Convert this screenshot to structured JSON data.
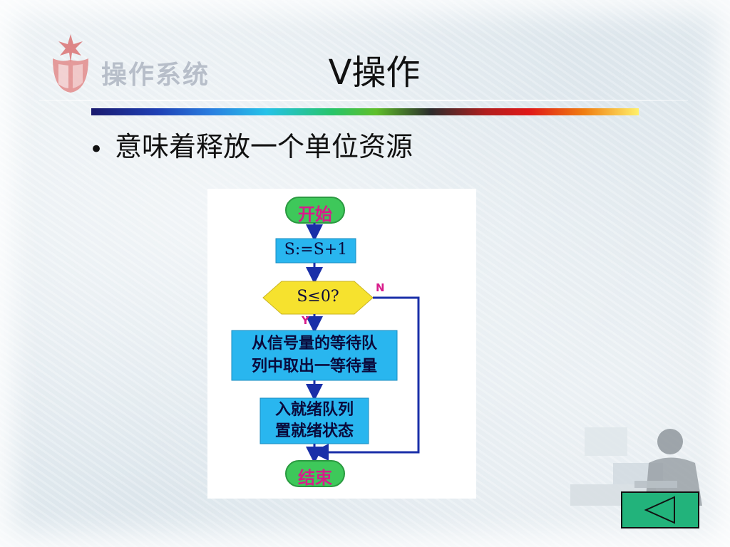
{
  "slide": {
    "brand": "操作系统",
    "title": "V操作",
    "bullet": "意味着释放一个单位资源"
  },
  "flowchart": {
    "nodes": {
      "start": "开始",
      "assign": "S:=S+1",
      "decision": "S≤0?",
      "dequeue_line1": "从信号量的等待队",
      "dequeue_line2": "列中取出一等待量",
      "ready_line1": "入就绪队列",
      "ready_line2": "置就绪状态",
      "end": "结束"
    },
    "labels": {
      "yes": "Y",
      "no": "N"
    }
  },
  "colors": {
    "terminal_fill": "#3ec85a",
    "process_fill": "#29b6ef",
    "decision_fill": "#f6e22e",
    "arrow": "#1a2fa8",
    "label_pink": "#d81b8a",
    "back_button": "#22b37b"
  },
  "controls": {
    "back_icon": "triangle-left-icon"
  }
}
